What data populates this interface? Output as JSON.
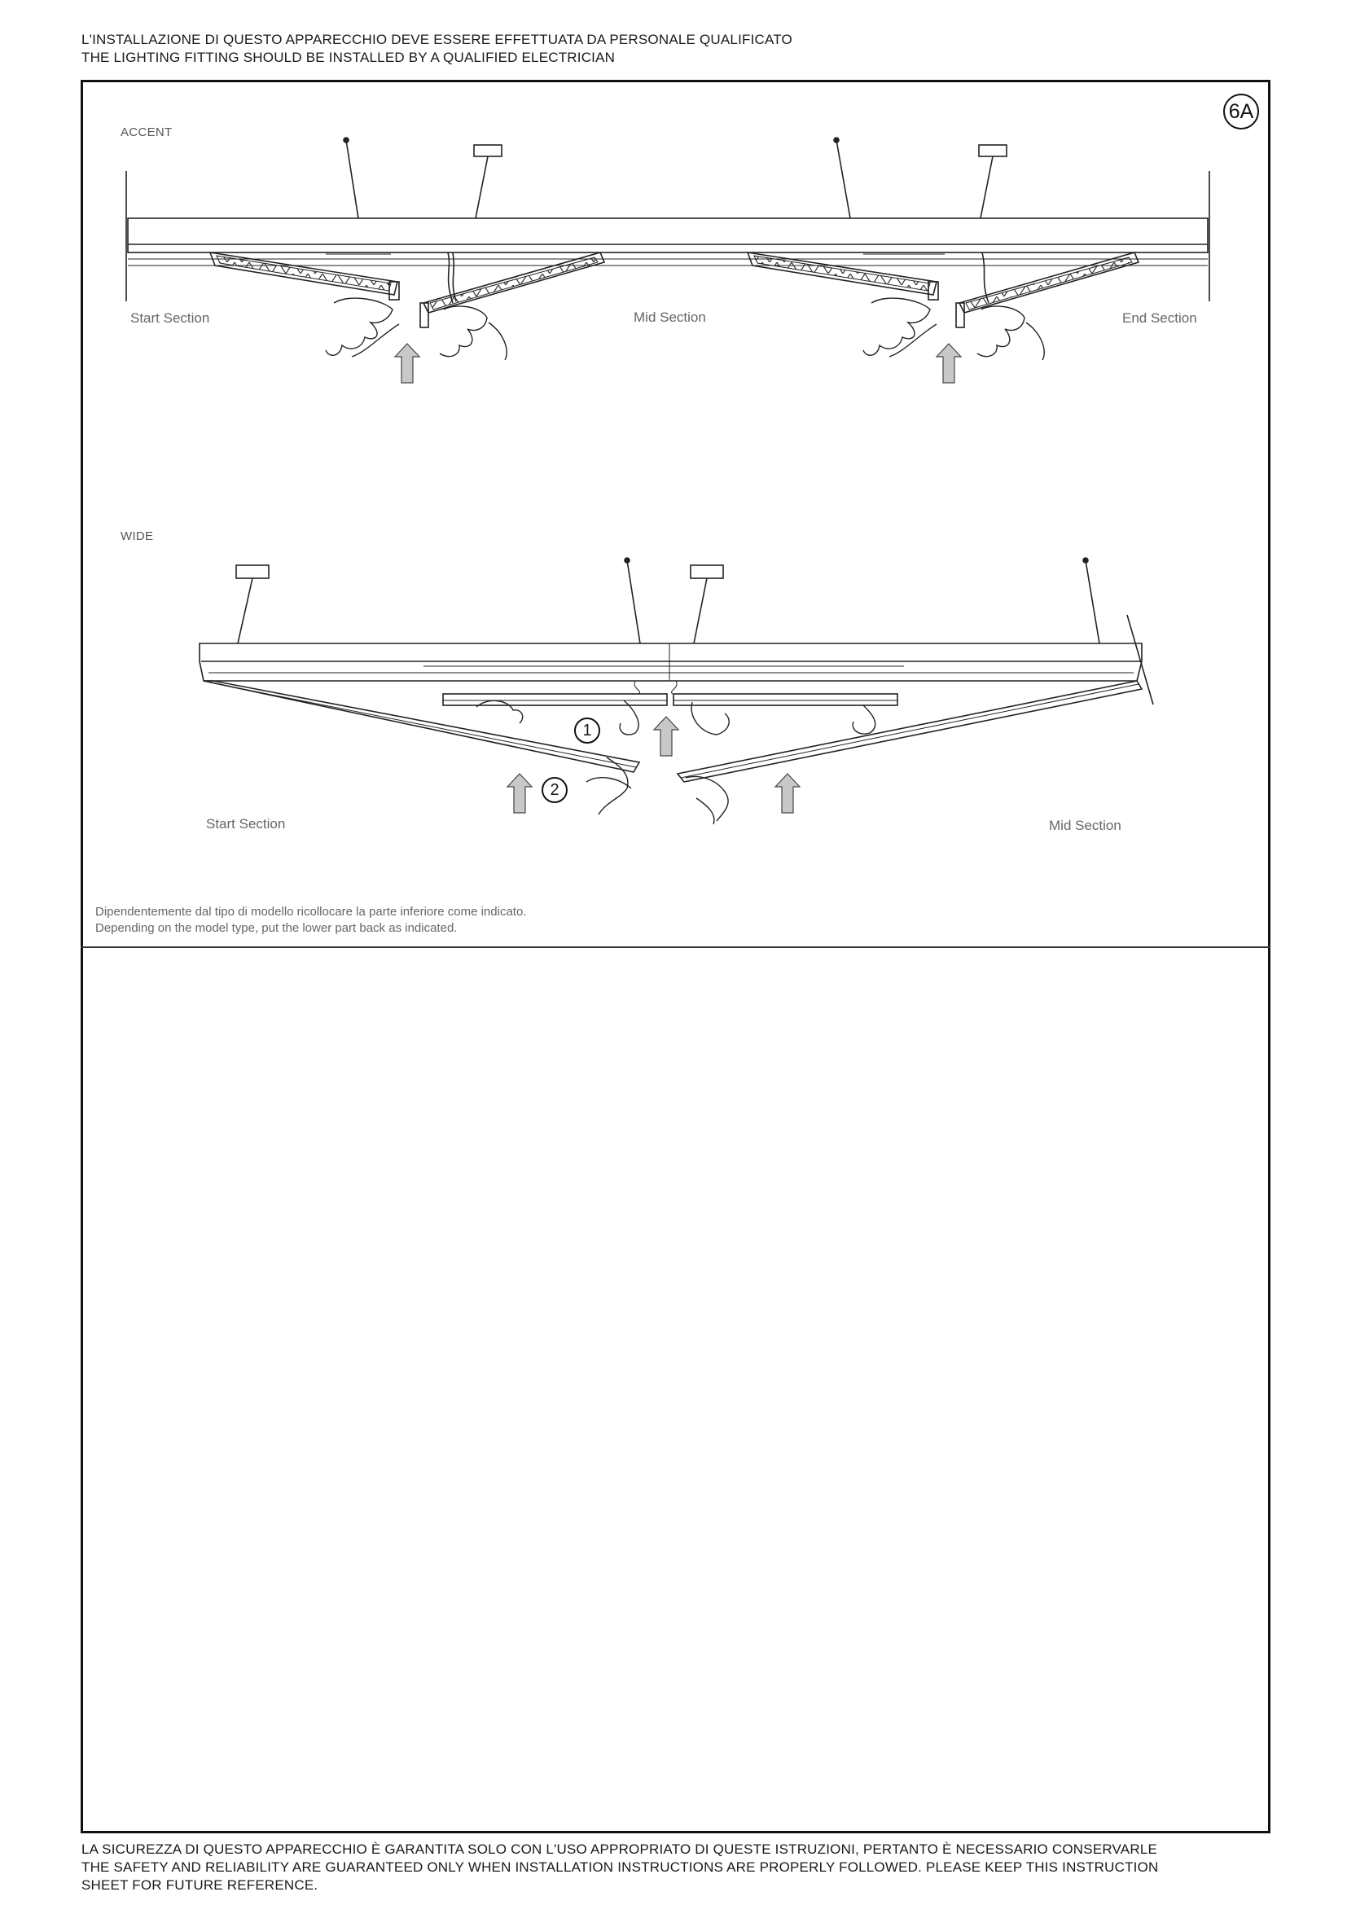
{
  "header": {
    "line1": "L'INSTALLAZIONE DI QUESTO APPARECCHIO DEVE ESSERE EFFETTUATA DA PERSONALE QUALIFICATO",
    "line2": "THE LIGHTING FITTING SHOULD BE INSTALLED BY A QUALIFIED ELECTRICIAN"
  },
  "badge": "6A",
  "accent": {
    "title": "ACCENT",
    "labels": {
      "start": "Start Section",
      "mid": "Mid Section",
      "end": "End Section"
    }
  },
  "wide": {
    "title": "WIDE",
    "labels": {
      "start": "Start Section",
      "mid": "Mid Section"
    },
    "steps": [
      "1",
      "2"
    ]
  },
  "note": {
    "it": "Dipendentemente dal tipo di modello ricollocare la parte inferiore come indicato.",
    "en": "Depending on the model type, put the lower part back as indicated."
  },
  "footer": {
    "line1": "LA SICUREZZA DI QUESTO APPARECCHIO È GARANTITA SOLO CON L'USO APPROPRIATO DI QUESTE ISTRUZIONI, PERTANTO È NECESSARIO CONSERVARLE",
    "line2": "THE SAFETY AND RELIABILITY ARE GUARANTEED ONLY WHEN INSTALLATION INSTRUCTIONS ARE PROPERLY FOLLOWED. PLEASE KEEP THIS INSTRUCTION",
    "line3": "SHEET FOR FUTURE REFERENCE."
  },
  "colors": {
    "line": "#222222",
    "arrow_fill": "#c8c8c8",
    "label": "#666666"
  }
}
